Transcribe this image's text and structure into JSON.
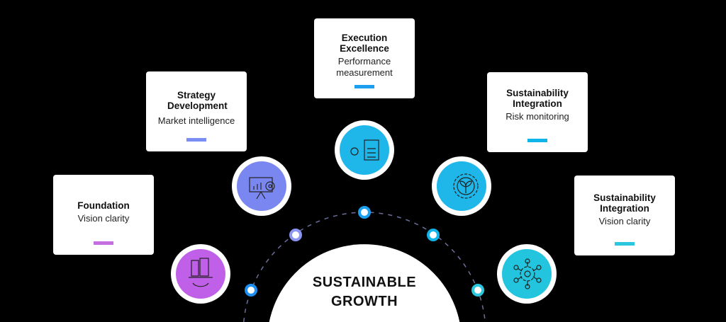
{
  "center": {
    "line1": "SUSTAINABLE",
    "line2": "GROWTH"
  },
  "cards": [
    {
      "title": "Foundation",
      "subtitle": "Vision clarity",
      "color": "#c46ee0",
      "icon": "building-gear-icon"
    },
    {
      "title": "Strategy Development",
      "subtitle": "Market intelligence",
      "color": "#7b8ef5",
      "icon": "presentation-target-icon"
    },
    {
      "title": "Execution Excellence",
      "subtitle": "Performance measurement",
      "color": "#1ea0f0",
      "icon": "process-checklist-icon"
    },
    {
      "title": "Sustainability Integration",
      "subtitle": "Risk monitoring",
      "color": "#10b4e8",
      "icon": "gear-leaf-icon"
    },
    {
      "title": "Sustainability Integration",
      "subtitle": "Vision clarity",
      "color": "#2bc7de",
      "icon": "network-gear-icon"
    }
  ]
}
